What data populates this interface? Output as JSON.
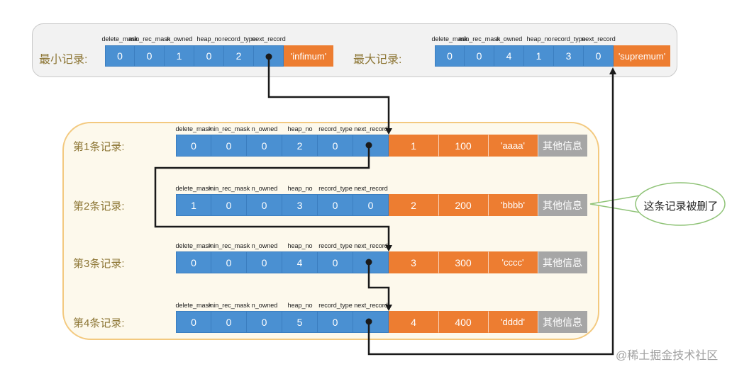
{
  "colors": {
    "blue": "#4a90d2",
    "blue-dark": "#3b7ec0",
    "orange": "#ed7d31",
    "cell-gray": "#a6a6a6",
    "label-gold": "#8d7635",
    "panel-gray": "#f2f2f2",
    "panel-gray-border": "#c9c9c9",
    "panel-yellow": "#fdf9ec",
    "panel-yellow-border": "#f3c97f",
    "callout-green": "#8fc377",
    "arrow": "#1a1a1a",
    "header-text": "#1a1a1a",
    "watermark-gray": "#a0a0a0"
  },
  "field_headers": [
    "delete_mask",
    "min_rec_mask",
    "n_owned",
    "heap_no",
    "record_type",
    "next_record"
  ],
  "top_box": {
    "min_record": {
      "label": "最小记录:",
      "header_values": [
        "0",
        "0",
        "1",
        "0",
        "2",
        ""
      ],
      "data_value": "'infimum'"
    },
    "max_record": {
      "label": "最大记录:",
      "header_values": [
        "0",
        "0",
        "4",
        "1",
        "3",
        "0"
      ],
      "data_value": "'supremum'"
    }
  },
  "records": [
    {
      "label": "第1条记录:",
      "header_values": [
        "0",
        "0",
        "0",
        "2",
        "0",
        ""
      ],
      "data_values": [
        "1",
        "100",
        "'aaaa'"
      ],
      "extra": "其他信息"
    },
    {
      "label": "第2条记录:",
      "header_values": [
        "1",
        "0",
        "0",
        "3",
        "0",
        "0"
      ],
      "data_values": [
        "2",
        "200",
        "'bbbb'"
      ],
      "extra": "其他信息"
    },
    {
      "label": "第3条记录:",
      "header_values": [
        "0",
        "0",
        "0",
        "4",
        "0",
        ""
      ],
      "data_values": [
        "3",
        "300",
        "'cccc'"
      ],
      "extra": "其他信息"
    },
    {
      "label": "第4条记录:",
      "header_values": [
        "0",
        "0",
        "0",
        "5",
        "0",
        ""
      ],
      "data_values": [
        "4",
        "400",
        "'dddd'"
      ],
      "extra": "其他信息"
    }
  ],
  "callout": {
    "text": "这条记录被删了"
  },
  "watermark": "@稀土掘金技术社区"
}
